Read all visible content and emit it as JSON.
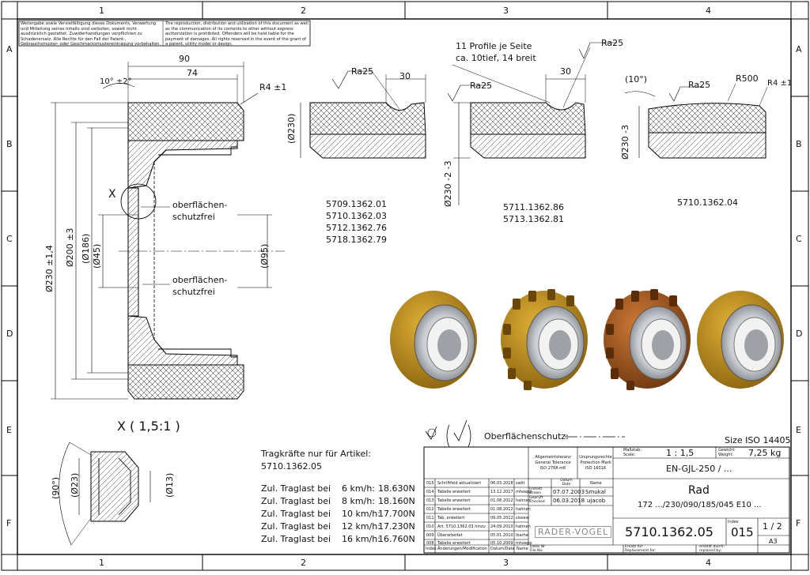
{
  "frame": {
    "columns": [
      "1",
      "2",
      "3",
      "4"
    ],
    "rows": [
      "A",
      "B",
      "C",
      "D",
      "E",
      "F"
    ]
  },
  "notice": {
    "de": "Weitergabe sowie Vervielfältigung dieses Dokuments, Verwertung und Mitteilung seines Inhalts sind verboten, soweit nicht ausdrücklich gestattet. Zuwiderhandlungen verpflichten zu Schadenersatz. Alle Rechte für den Fall der Patent-, Gebrauchsmuster- oder Geschmacksmustereintragung vorbehalten.",
    "en": "The reproduction, distribution and utilization of this document as well as the communication of its contents to other without express authorization is prohibited. Offenders will be held liable for the payment of damages. All rights reserved in the event of the grant of a patent, utility model or design."
  },
  "main_view": {
    "dim_90": "90",
    "dim_74": "74",
    "angle": "10° ±2°",
    "radius": "R4 ±1",
    "dia_230": "Ø230 ±1,4",
    "dia_200": "Ø200 ±3",
    "dia_186": "(Ø186)",
    "dia_45": "(Ø45)",
    "dia_95": "(Ø95)",
    "detail_marker": "X",
    "surface_note_1": "oberflächen-",
    "surface_note_1b": "schutzfrei",
    "surface_note_2": "oberflächen-",
    "surface_note_2b": "schutzfrei"
  },
  "profile_1": {
    "roughness": "Ra25",
    "dim": "30",
    "dia": "(Ø230)",
    "articles": [
      "5709.1362.01",
      "5710.1362.03",
      "5712.1362.76",
      "5718.1362.79"
    ]
  },
  "profile_2": {
    "note_line1": "11 Profile je Seite",
    "note_line2": "ca. 10tief, 14 breit",
    "roughness_top": "Ra25",
    "roughness_left": "Ra25",
    "dim": "30",
    "dia": "Ø230 -2 -3",
    "articles": [
      "5711.1362.86",
      "5713.1362.81"
    ]
  },
  "profile_3": {
    "angle": "(10°)",
    "roughness": "Ra25",
    "radius_big": "R500",
    "radius_small": "R4 ±1",
    "dia": "Ø230 -3",
    "article": "5710.1362.04"
  },
  "detail": {
    "title": "X ( 1,5:1 )",
    "angle": "(90°)",
    "dia_23": "(Ø23)",
    "dia_13": "(Ø13)"
  },
  "loads": {
    "title_line1": "Tragkräfte nur für Artikel:",
    "title_line2": "5710.1362.05",
    "rows": [
      {
        "label": "Zul. Traglast bei",
        "speed": "6 km/h:",
        "value": "18.630N"
      },
      {
        "label": "Zul. Traglast bei",
        "speed": "8 km/h:",
        "value": "18.160N"
      },
      {
        "label": "Zul. Traglast bei",
        "speed": "10 km/h:",
        "value": "17.700N"
      },
      {
        "label": "Zul. Traglast bei",
        "speed": "12 km/h:",
        "value": "17.230N"
      },
      {
        "label": "Zul. Traglast bei",
        "speed": "16 km/h:",
        "value": "16.760N"
      }
    ]
  },
  "surface_protection": {
    "label": "Oberflächenschutz:"
  },
  "size_label": "Size ISO 14405",
  "title_block": {
    "tolerance": [
      "Allgemeintoleranz",
      "General Tolerance",
      "ISO 2768-mK"
    ],
    "protection": [
      "Ursprungsrechte",
      "Protection Mark",
      "ISO 16016"
    ],
    "scale_label": [
      "Maßstab:",
      "Scale:"
    ],
    "scale": "1 : 1,5",
    "weight_label": [
      "Gewicht:",
      "Weight:"
    ],
    "weight": "7,25 kg",
    "material": "EN-GJL-250 / ...",
    "name": "Rad",
    "description": "172 .../230/090/185/045 E10 ...",
    "drawn_label": [
      "Erstellt",
      "Drawn"
    ],
    "checked_label": [
      "Geprüft",
      "Checked"
    ],
    "date_label": [
      "Datum",
      "Date"
    ],
    "person_label": "Name",
    "drawn_date": "07.07.2003",
    "drawn_name": "Smukal",
    "checked_date": "06.03.2018",
    "checked_name": "ujacob",
    "company": "RADER-VOGEL",
    "drawing_no": "5710.1362.05",
    "index_label": "Index",
    "index": "015",
    "sheet": "1 / 2",
    "format": "A3",
    "col_index": "Index",
    "col_changes": "Änderungen/Modification",
    "col_date": "Datum/Date",
    "col_name": "Name",
    "file_label": [
      "Datei Nr.",
      "File No."
    ],
    "replace_label": [
      "Ersatz für:",
      "Replacement for:"
    ],
    "replaced_label": [
      "ersetzt durch:",
      "replaced by:"
    ],
    "revisions": [
      {
        "idx": "015",
        "text": "Schriftfeld aktualisiert",
        "date": "06.03.2018",
        "name": "swilt"
      },
      {
        "idx": "014",
        "text": "Tabelle erweitert",
        "date": "13.12.2017",
        "name": "mhoepp"
      },
      {
        "idx": "013",
        "text": "Tabelle erweitert",
        "date": "01.08.2012",
        "name": "hahnen"
      },
      {
        "idx": "012",
        "text": "Tabelle erweitert",
        "date": "01.08.2012",
        "name": "hahnen"
      },
      {
        "idx": "011",
        "text": "Tab. erweitert",
        "date": "09.05.2012",
        "name": "slosew"
      },
      {
        "idx": "010",
        "text": "Art. 5710.1362.03 hinzu",
        "date": "24.09.2010",
        "name": "hahnen"
      },
      {
        "idx": "009",
        "text": "Überarbeitet",
        "date": "05.01.2010",
        "name": "ibarhe"
      },
      {
        "idx": "008",
        "text": "Tabelle erweitert",
        "date": "05.10.2009",
        "name": "mhoepp"
      }
    ]
  },
  "colors": {
    "tire_yellow": "#c9951c",
    "tire_dark": "#8a5a10",
    "tire_copper": "#b8682a",
    "rim_gray": "#b8bcc0"
  }
}
